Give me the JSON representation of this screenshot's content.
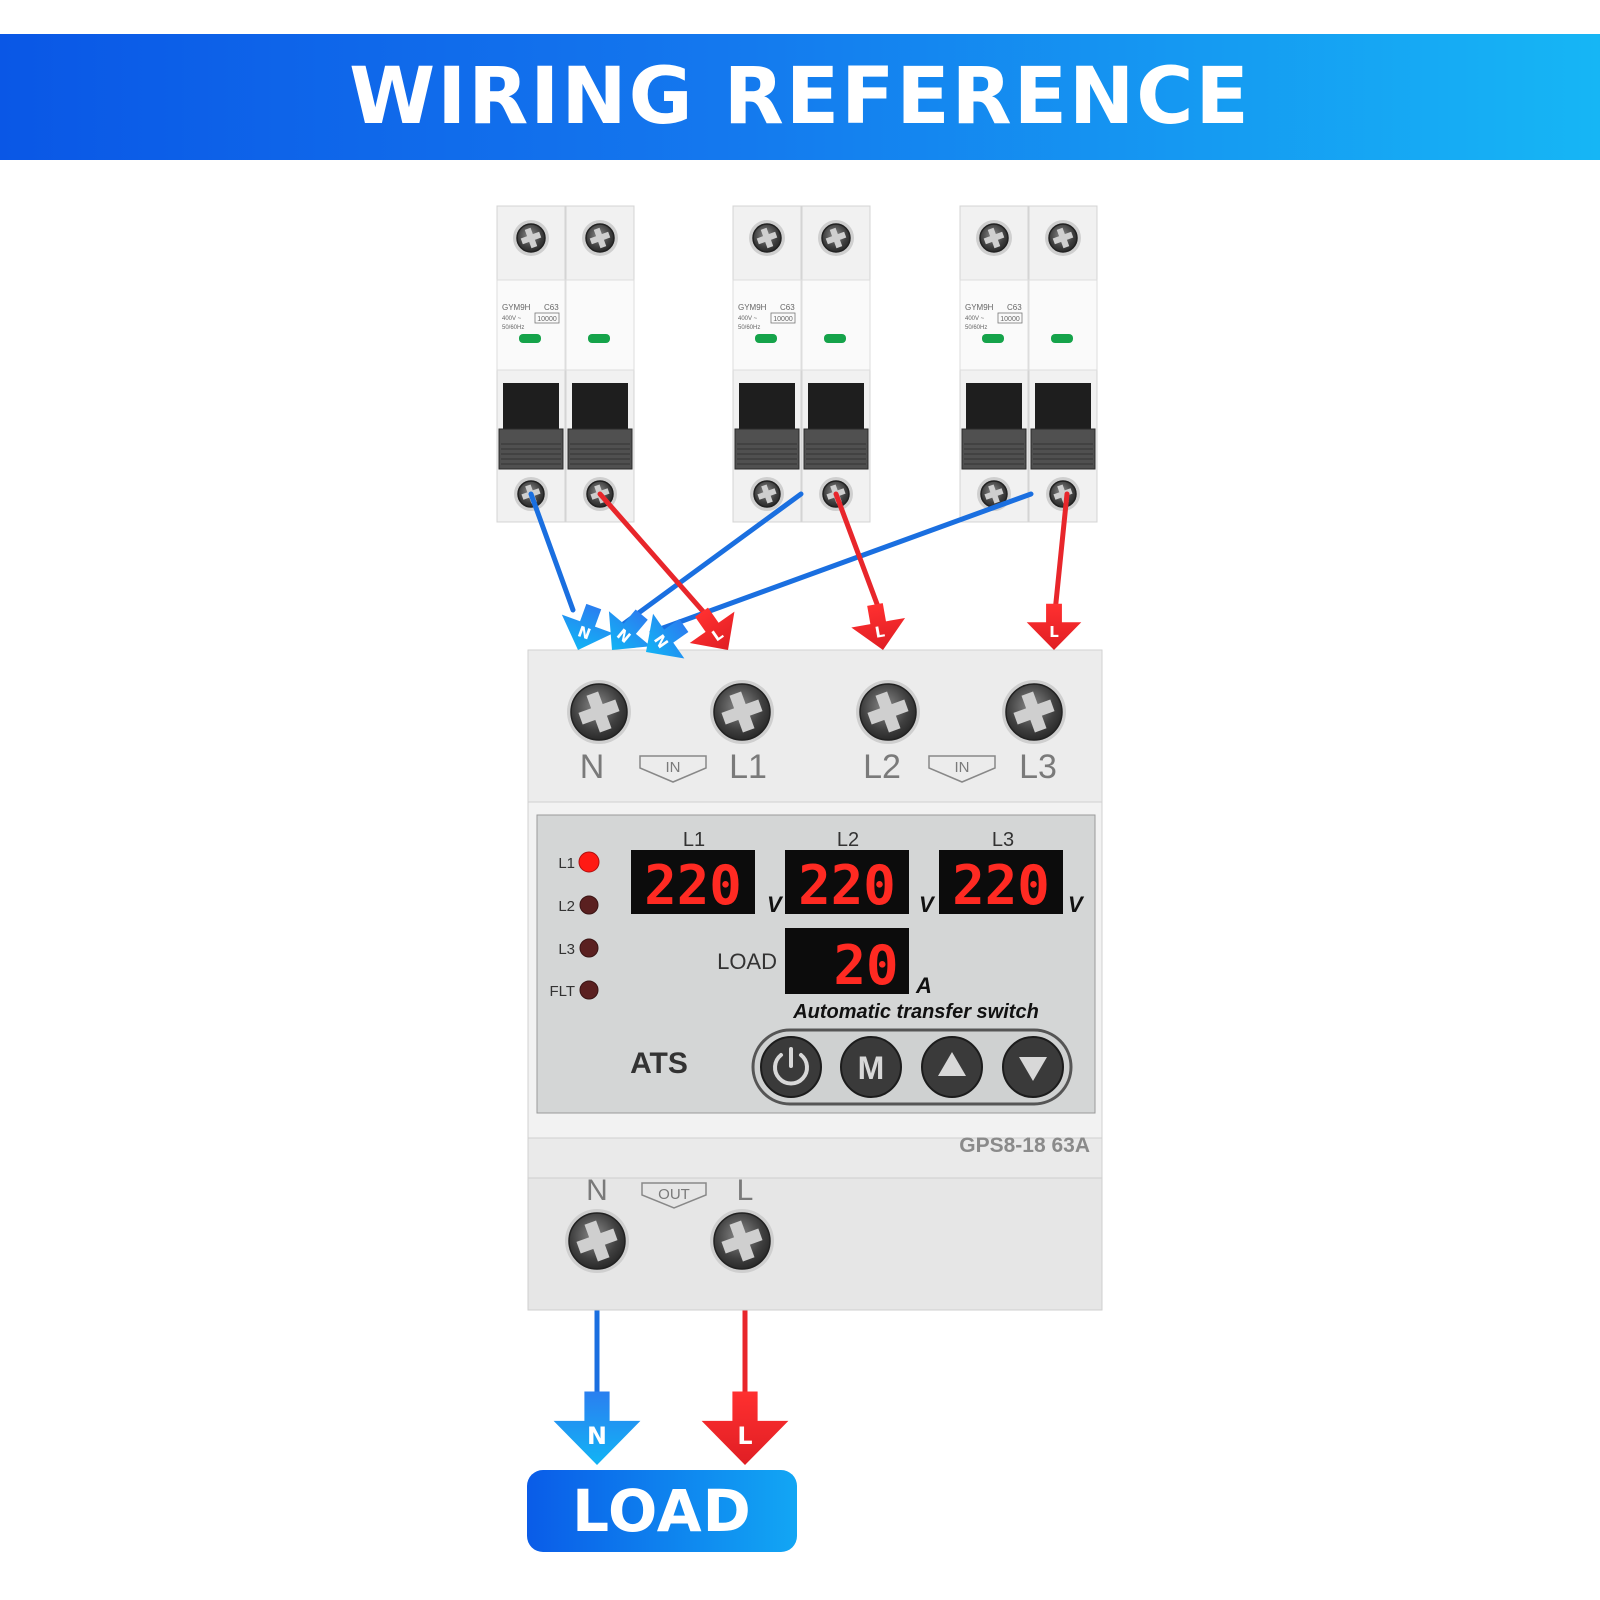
{
  "header": {
    "title": "WIRING REFERENCE"
  },
  "breakers": [
    {
      "brand": "GYM9H",
      "rating": "C63",
      "voltage": "400V ~",
      "freq": "50/60Hz",
      "breaking": "10000"
    },
    {
      "brand": "GYM9H",
      "rating": "C63",
      "voltage": "400V ~",
      "freq": "50/60Hz",
      "breaking": "10000"
    },
    {
      "brand": "GYM9H",
      "rating": "C63",
      "voltage": "400V ~",
      "freq": "50/60Hz",
      "breaking": "10000"
    }
  ],
  "wire_labels": {
    "neutral": "N",
    "line": "L"
  },
  "device": {
    "input_terminals": [
      "N",
      "L1",
      "L2",
      "L3"
    ],
    "in_label": "IN",
    "out_label": "OUT",
    "output_terminals": [
      "N",
      "L"
    ],
    "indicators": [
      "L1",
      "L2",
      "L3",
      "FLT"
    ],
    "display_labels": [
      "L1",
      "L2",
      "L3"
    ],
    "voltages": [
      "220",
      "220",
      "220"
    ],
    "voltage_unit": "V",
    "load_label": "LOAD",
    "load_current": "20",
    "current_unit": "A",
    "caption": "Automatic transfer switch",
    "brand": "ATS",
    "model": "GPS8-18 63A",
    "buttons": [
      "power",
      "M",
      "up",
      "down"
    ],
    "button_m_label": "M"
  },
  "load": {
    "label": "LOAD"
  },
  "colors": {
    "neutral": "#1a6fe0",
    "line": "#e8262b",
    "display_red": "#ff2a22",
    "led_on": "#ff1a14",
    "led_off": "#5a2020"
  }
}
